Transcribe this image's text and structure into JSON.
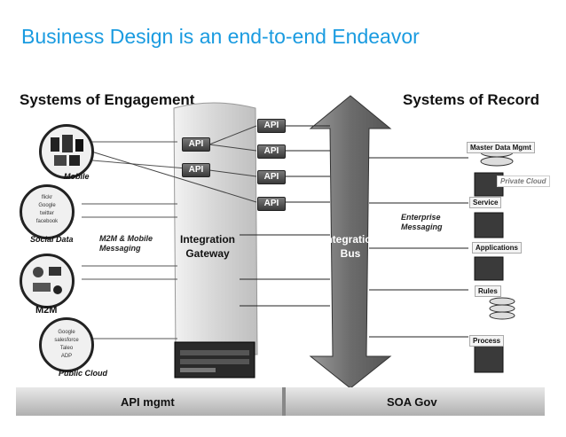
{
  "slide": {
    "title": "Business Design is an end-to-end Endeavor"
  },
  "headings": {
    "engagement": "Systems of Engagement",
    "record": "Systems of Record"
  },
  "gateway": {
    "label_line1": "Integration",
    "label_line2": "Gateway"
  },
  "bus": {
    "label_line1": "Integration",
    "label_line2": "Bus"
  },
  "notes": {
    "m2m_mobile_line1": "M2M & Mobile",
    "m2m_mobile_line2": "Messaging",
    "enterprise_line1": "Enterprise",
    "enterprise_line2": "Messaging"
  },
  "api_labels": [
    "API",
    "API",
    "API",
    "API",
    "API",
    "API"
  ],
  "engagement_circles": [
    {
      "label": "Mobile"
    },
    {
      "label": "Social Data"
    },
    {
      "label": "M2M"
    },
    {
      "label": "Public Cloud"
    }
  ],
  "social_logos": [
    "flickr",
    "Google",
    "twitter",
    "facebook"
  ],
  "cloud_logos": [
    "Google",
    "salesforce",
    "Taleo",
    "ADP"
  ],
  "record_systems": [
    {
      "label": "Master Data Mgmt"
    },
    {
      "label": "Private Cloud"
    },
    {
      "label": "Service"
    },
    {
      "label": "Applications"
    },
    {
      "label": "Rules"
    },
    {
      "label": "Process"
    }
  ],
  "bottom": {
    "left_label": "API mgmt",
    "right_label": "SOA Gov"
  },
  "colors": {
    "title": "#1a9be0",
    "arrow": "#6f6f6f",
    "gateway": "#d9d9d9"
  }
}
